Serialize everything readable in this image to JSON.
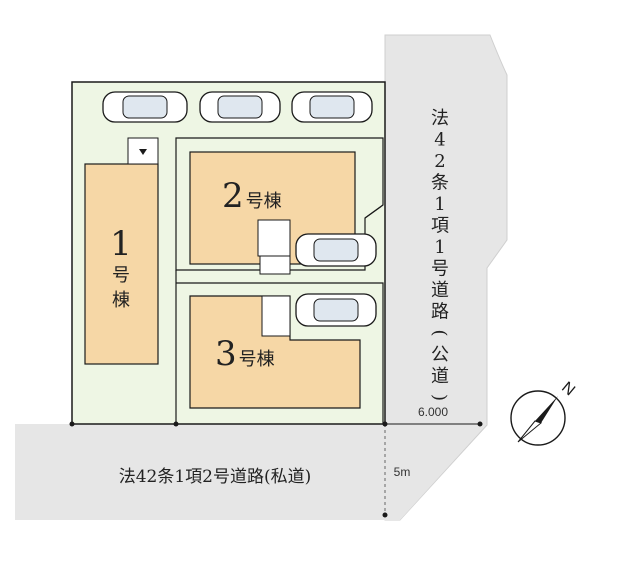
{
  "roads": {
    "public_road_label": "法42条1項1号道路(公道)",
    "private_road_label": "法42条1項2号道路(私道)"
  },
  "dimensions": {
    "frontage_width": "6.000",
    "road_width": "5m"
  },
  "buildings": [
    {
      "number": "1",
      "suffix": "号棟"
    },
    {
      "number": "2",
      "suffix": "号棟"
    },
    {
      "number": "3",
      "suffix": "号棟"
    }
  ],
  "parking_spaces": 5,
  "compass": {
    "label": "N"
  },
  "colors": {
    "lot_fill": "#eef6e4",
    "building_fill": "#f6d7a6",
    "road_fill": "#e6e6e6",
    "line": "#1a1a1a"
  }
}
